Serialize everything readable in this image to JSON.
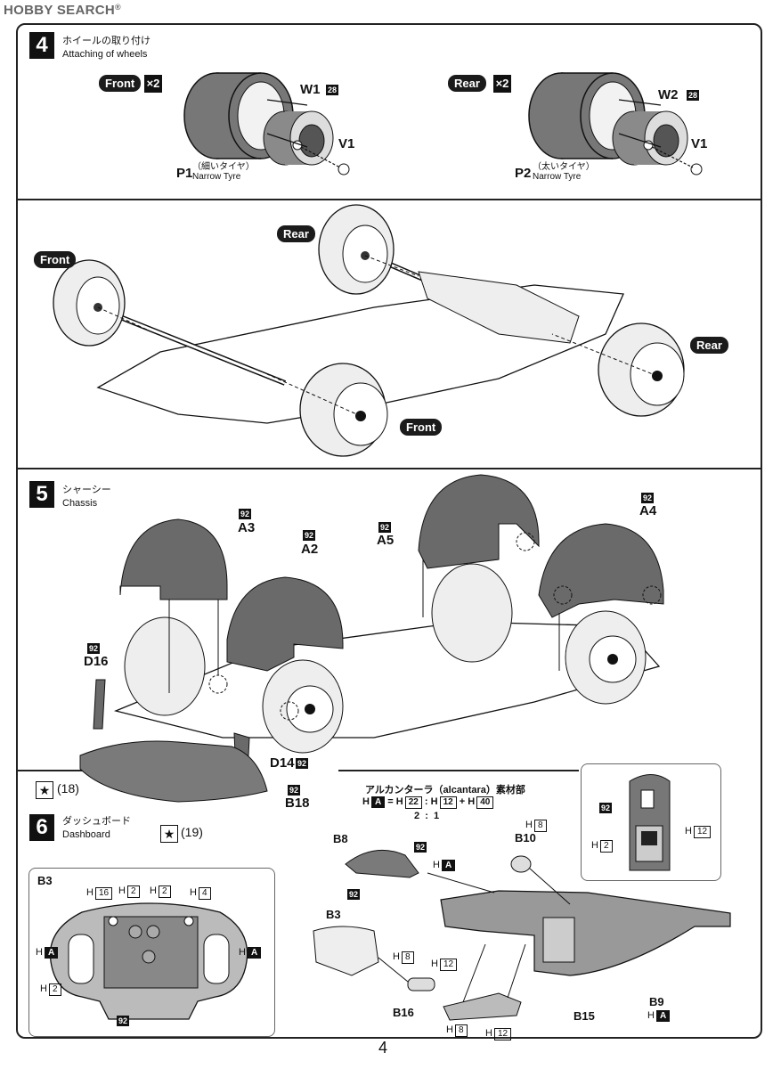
{
  "header": {
    "logo_text": "HOBBY SEARCH",
    "logo_mark": "®"
  },
  "page_number": "4",
  "step4": {
    "number": "4",
    "title_jp": "ホイールの取り付け",
    "title_en": "Attaching of wheels",
    "front_label": "Front",
    "rear_label": "Rear",
    "multiplier": "×2",
    "front_wheel_part": "W1",
    "rear_wheel_part": "W2",
    "wheel_color": "28",
    "front_cap": "V1",
    "rear_cap": "V1",
    "front_tyre_part": "P1",
    "front_tyre_jp": "（細いタイヤ）",
    "front_tyre_en": "Narrow Tyre",
    "rear_tyre_part": "P2",
    "rear_tyre_jp": "（太いタイヤ）",
    "rear_tyre_en": "Narrow Tyre",
    "mount_labels": {
      "front_left": "Front",
      "front_right": "Front",
      "rear_top": "Rear",
      "rear_right": "Rear"
    }
  },
  "step5": {
    "number": "5",
    "title_jp": "シャーシー",
    "title_en": "Chassis",
    "parts": [
      {
        "id": "A3",
        "color": "92"
      },
      {
        "id": "A2",
        "color": "92"
      },
      {
        "id": "A5",
        "color": "92"
      },
      {
        "id": "A4",
        "color": "92"
      },
      {
        "id": "D16",
        "color": "92"
      },
      {
        "id": "D14",
        "color": "92"
      },
      {
        "id": "B18",
        "color": "92"
      }
    ],
    "decal_ref": "18"
  },
  "step6": {
    "number": "6",
    "title_jp": "ダッシュボード",
    "title_en": "Dashboard",
    "decal_ref": "19",
    "alcantara": {
      "title": "アルカンターラ（alcantara）素材部",
      "formula_lhs_prefix": "H",
      "formula_lhs_box": "A",
      "eq": "=",
      "h1": "22",
      "colon": ":",
      "h2": "12",
      "plus": "+",
      "h3": "40",
      "ratio": "2  :  1"
    },
    "steering_inset": {
      "title": "B3",
      "labels": [
        "16",
        "2",
        "2",
        "4",
        "2"
      ],
      "left_a": "A",
      "right_a": "A",
      "bottom_color": "92"
    },
    "dash_inset": {
      "color_92": "92",
      "h2": "2",
      "h12": "12"
    },
    "parts": {
      "b8": "B8",
      "b8_color_top": "92",
      "b8_color_bottom": "92",
      "b8_ha": "A",
      "b10": "B10",
      "b10_h": "8",
      "b3": "B3",
      "b16": "B16",
      "b16_h1": "8",
      "b16_h2": "12",
      "b15": "B15",
      "b15_h1": "8",
      "b15_h2": "12",
      "b9": "B9",
      "b9_h": "A"
    },
    "h_prefix": "H"
  }
}
